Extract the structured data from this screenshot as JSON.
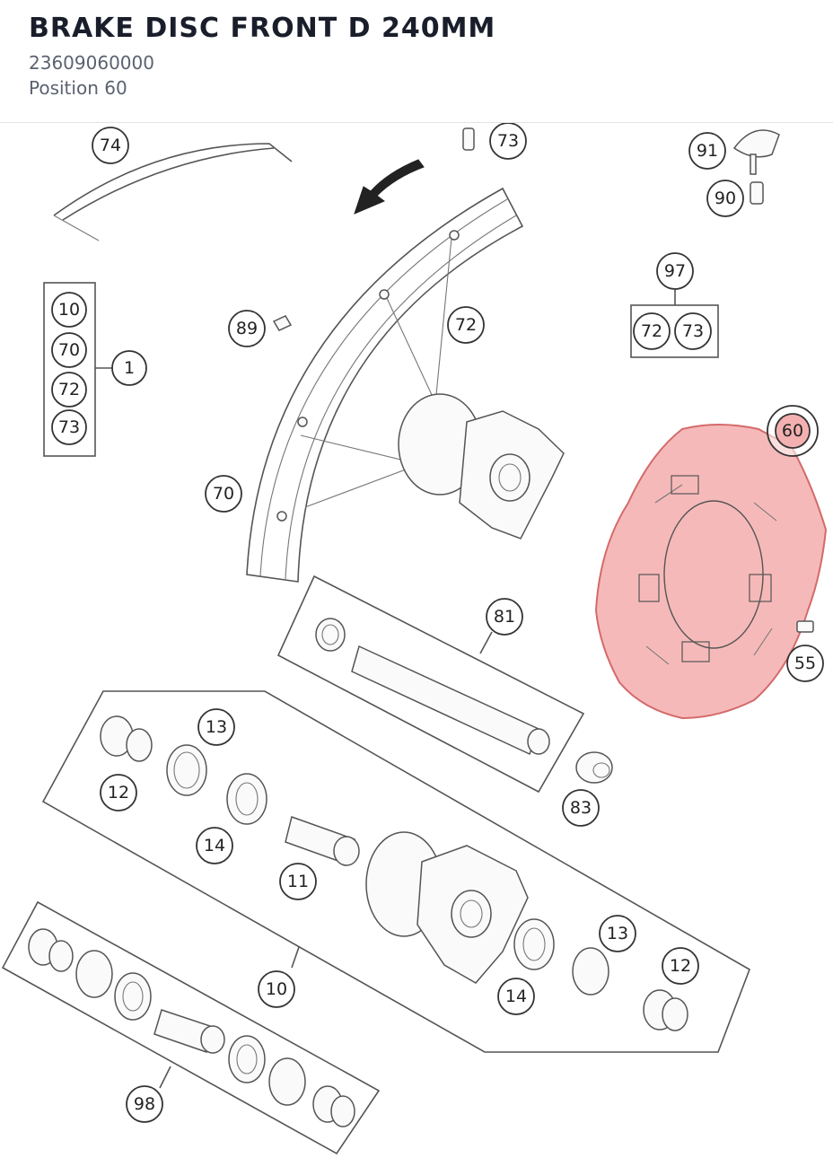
{
  "header": {
    "title": "BRAKE DISC FRONT D 240MM",
    "part_number": "23609060000",
    "position": "Position 60"
  },
  "diagram": {
    "highlight_color": "#f08a8a",
    "callouts": {
      "c74": "74",
      "c73_top": "73",
      "c91": "91",
      "c90": "90",
      "c97": "97",
      "c97_72": "72",
      "c97_73": "73",
      "c89": "89",
      "c72_spoke": "72",
      "c1_10": "10",
      "c1_70": "70",
      "c1_72": "72",
      "c1_73": "73",
      "c1": "1",
      "c70": "70",
      "c60": "60",
      "c55": "55",
      "c81": "81",
      "c83": "83",
      "c13_left": "13",
      "c12_left": "12",
      "c14_left": "14",
      "c11": "11",
      "c13_right": "13",
      "c12_right": "12",
      "c14_right": "14",
      "c10_box": "10",
      "c98": "98"
    }
  }
}
